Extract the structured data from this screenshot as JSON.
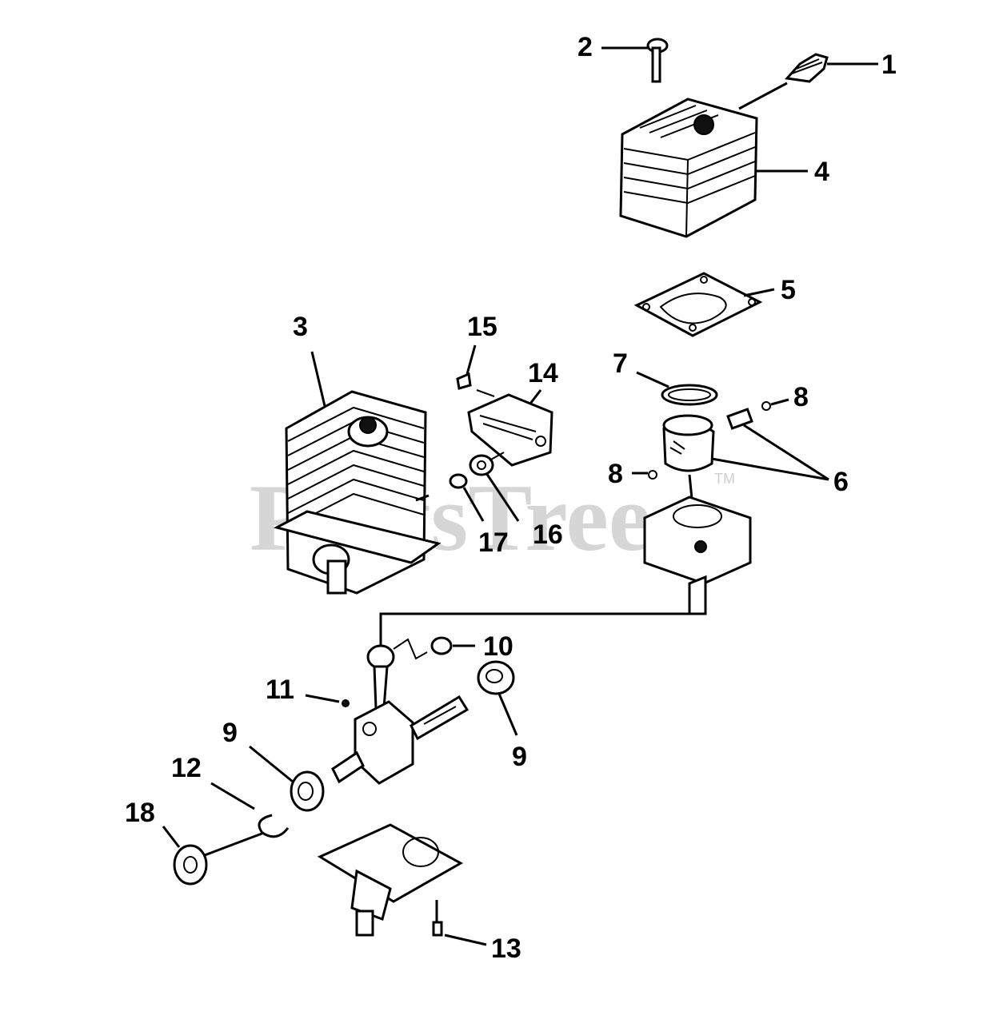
{
  "watermark": {
    "text": "PartsTree",
    "trademark": "TM"
  },
  "callouts": [
    {
      "id": "c1",
      "label": "1"
    },
    {
      "id": "c2",
      "label": "2"
    },
    {
      "id": "c3",
      "label": "3"
    },
    {
      "id": "c4",
      "label": "4"
    },
    {
      "id": "c5",
      "label": "5"
    },
    {
      "id": "c6",
      "label": "6"
    },
    {
      "id": "c7",
      "label": "7"
    },
    {
      "id": "c8a",
      "label": "8"
    },
    {
      "id": "c8b",
      "label": "8"
    },
    {
      "id": "c9a",
      "label": "9"
    },
    {
      "id": "c9b",
      "label": "9"
    },
    {
      "id": "c10",
      "label": "10"
    },
    {
      "id": "c11",
      "label": "11"
    },
    {
      "id": "c12",
      "label": "12"
    },
    {
      "id": "c13",
      "label": "13"
    },
    {
      "id": "c14",
      "label": "14"
    },
    {
      "id": "c15",
      "label": "15"
    },
    {
      "id": "c16",
      "label": "16"
    },
    {
      "id": "c17",
      "label": "17"
    },
    {
      "id": "c18",
      "label": "18"
    }
  ]
}
